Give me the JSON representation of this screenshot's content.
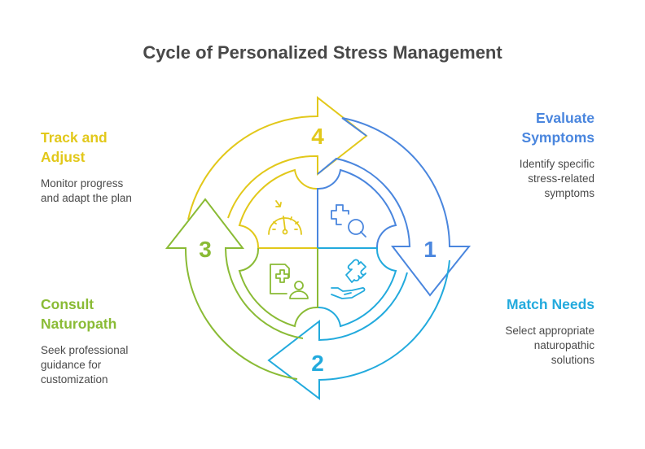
{
  "title": "Cycle of Personalized Stress Management",
  "colors": {
    "yellow": "#E2C81A",
    "blue": "#4A86DE",
    "cyan": "#22AADD",
    "green": "#8ABB35",
    "title": "#484848",
    "text": "#4a4a4a"
  },
  "steps": [
    {
      "number": "1",
      "title": "Evaluate Symptoms",
      "title_lines": [
        "Evaluate",
        "Symptoms"
      ],
      "description_lines": [
        "Identify specific",
        "stress-related",
        "symptoms"
      ],
      "icon": "medical-search-icon",
      "color": "#4A86DE"
    },
    {
      "number": "2",
      "title": "Match Needs",
      "title_lines": [
        "Match Needs"
      ],
      "description_lines": [
        "Select appropriate",
        "naturopathic",
        "solutions"
      ],
      "icon": "hand-puzzle-icon",
      "color": "#22AADD"
    },
    {
      "number": "3",
      "title": "Consult Naturopath",
      "title_lines": [
        "Consult",
        "Naturopath"
      ],
      "description_lines": [
        "Seek professional",
        "guidance for",
        "customization"
      ],
      "icon": "medical-record-user-icon",
      "color": "#8ABB35"
    },
    {
      "number": "4",
      "title": "Track and Adjust",
      "title_lines": [
        "Track and",
        "Adjust"
      ],
      "description_lines": [
        "Monitor progress",
        "and adapt the plan"
      ],
      "icon": "gauge-icon",
      "color": "#E2C81A"
    }
  ]
}
